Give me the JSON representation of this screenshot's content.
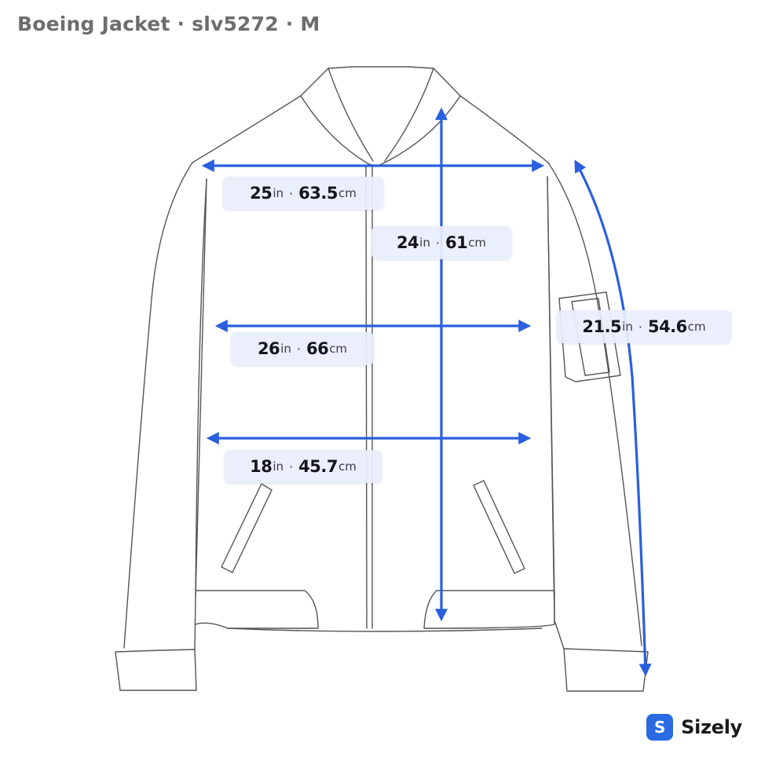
{
  "header": {
    "title": "Boeing Jacket · slv5272 · M"
  },
  "colors": {
    "arrow": "#2a5fdd",
    "outline": "#555555",
    "label_bg": "#eaeefc",
    "brand": "#2a6be4"
  },
  "measurements": {
    "chest": {
      "in": "25",
      "cm": "63.5",
      "in_unit": "in",
      "sep": "·",
      "cm_unit": "cm"
    },
    "length": {
      "in": "24",
      "cm": "61",
      "in_unit": "in",
      "sep": "·",
      "cm_unit": "cm"
    },
    "waist": {
      "in": "26",
      "cm": "66",
      "in_unit": "in",
      "sep": "·",
      "cm_unit": "cm"
    },
    "hem": {
      "in": "18",
      "cm": "45.7",
      "in_unit": "in",
      "sep": "·",
      "cm_unit": "cm"
    },
    "sleeve": {
      "in": "21.5",
      "cm": "54.6",
      "in_unit": "in",
      "sep": "·",
      "cm_unit": "cm"
    }
  },
  "brand": {
    "logo_letter": "S",
    "name": "Sizely"
  }
}
